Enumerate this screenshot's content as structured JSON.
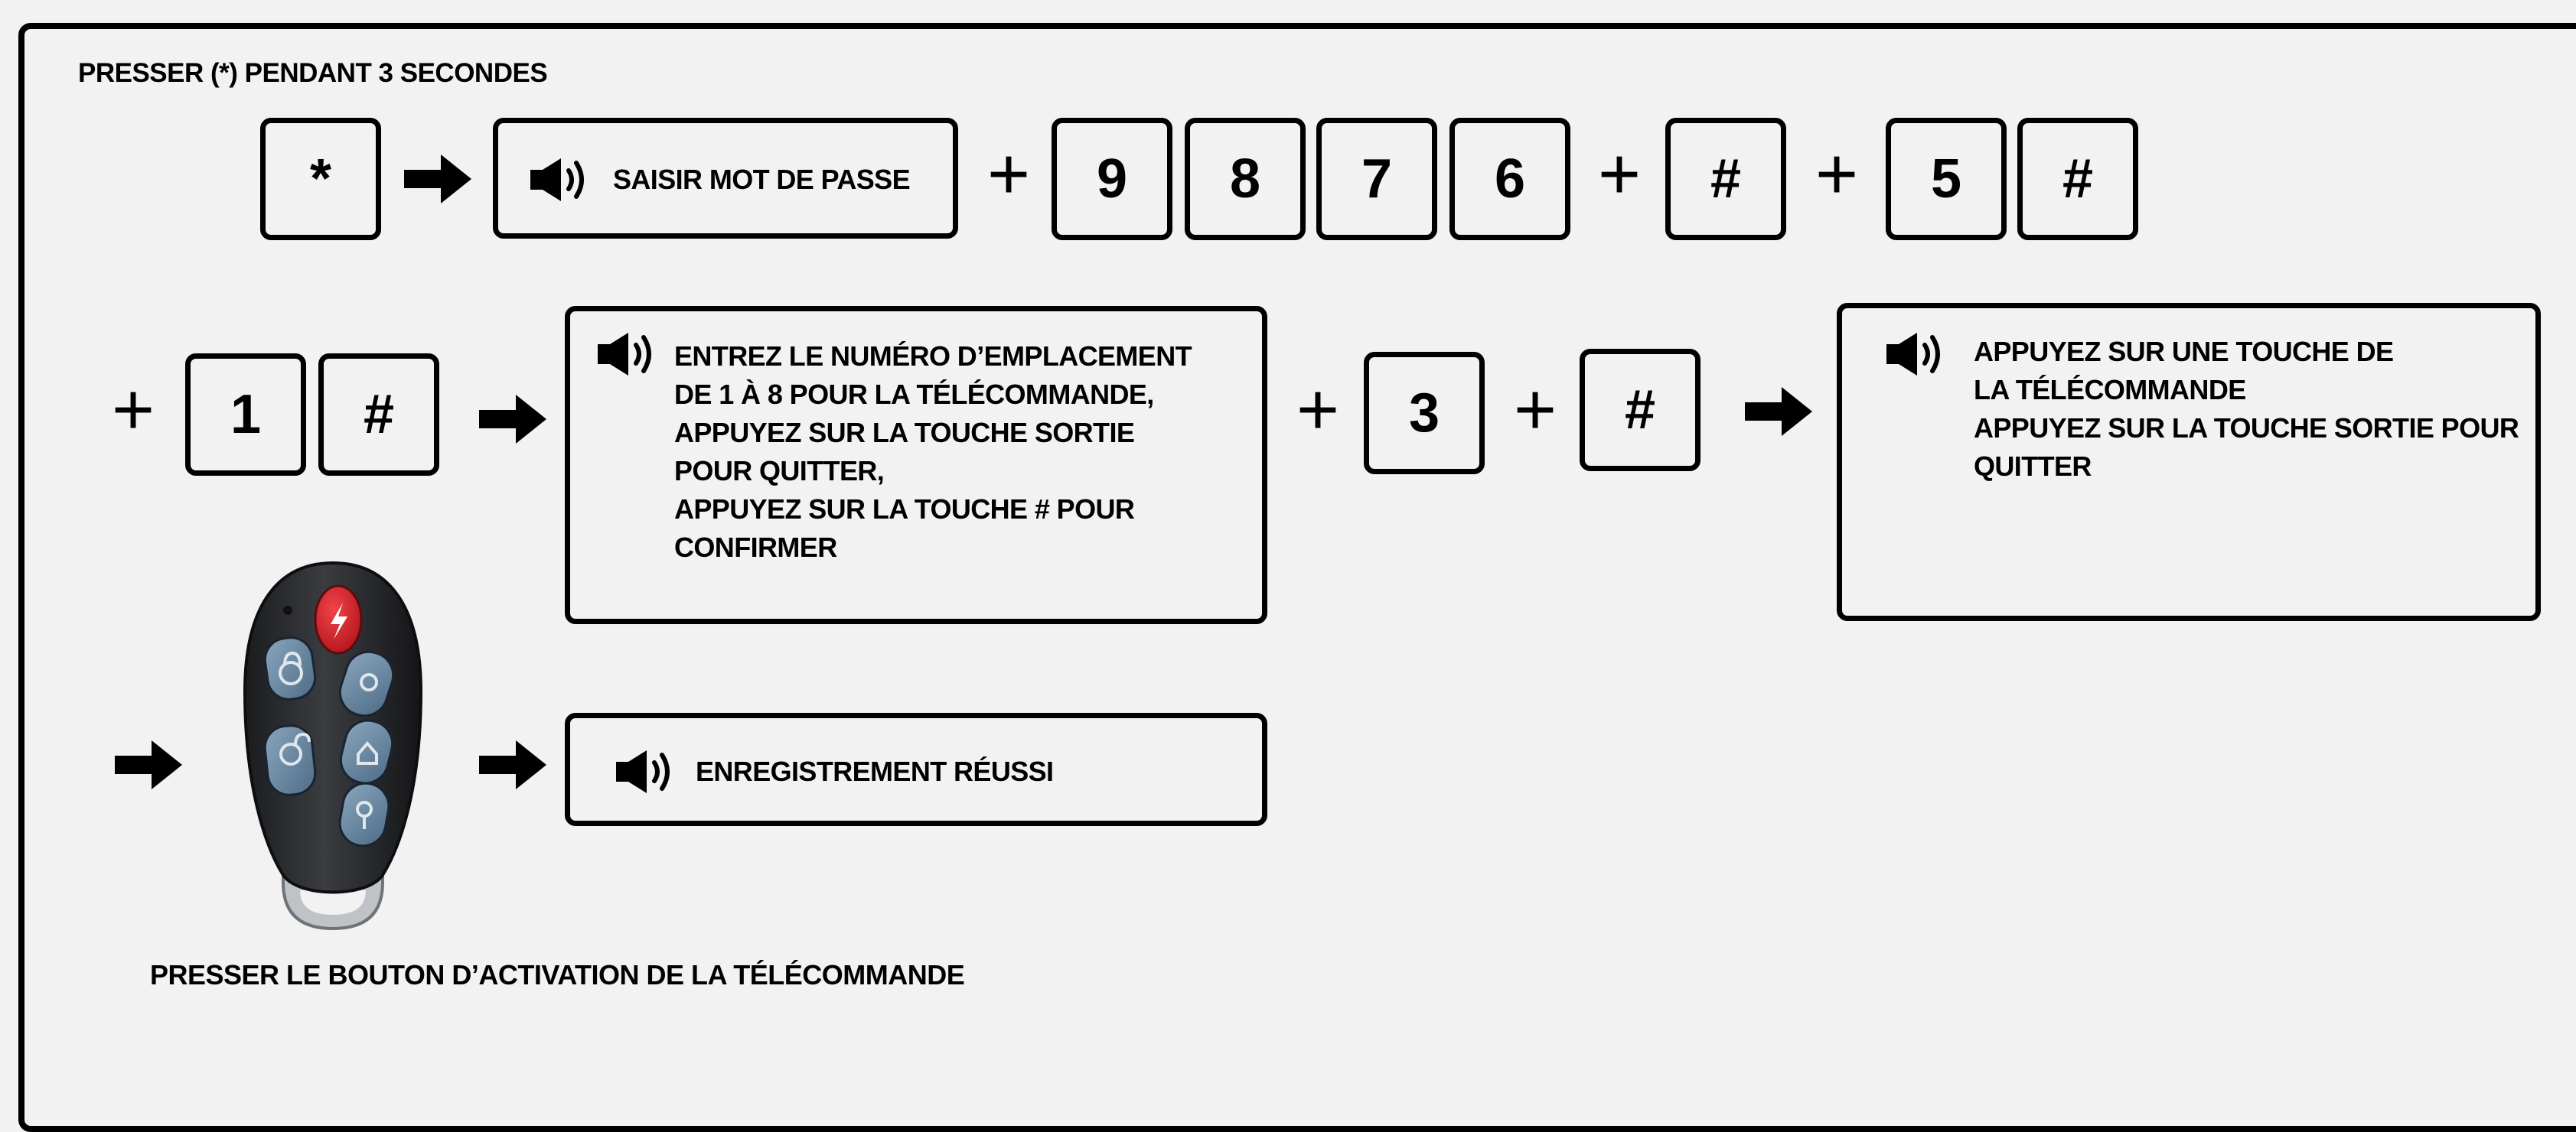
{
  "header": {
    "instruction": "PRESSER (*) PENDANT 3 SECONDES"
  },
  "row1": {
    "star_key": "*",
    "prompt_box": "SAISIR MOT DE PASSE",
    "plus1": "+",
    "password_keys": [
      "9",
      "8",
      "7",
      "6"
    ],
    "plus2": "+",
    "hash_key_1": "#",
    "plus3": "+",
    "five_key": "5",
    "hash_key_2": "#"
  },
  "row2": {
    "plus0": "+",
    "one_key": "1",
    "hash_key": "#",
    "location_box": [
      "ENTREZ LE NUMÉRO D’EMPLACEMENT",
      "DE 1 À 8 POUR LA TÉLÉCOMMANDE,",
      "APPUYEZ SUR LA TOUCHE SORTIE",
      "POUR QUITTER,",
      "APPUYEZ SUR LA TOUCHE # POUR",
      "CONFIRMER"
    ],
    "plus1": "+",
    "three_key": "3",
    "plus2": "+",
    "hash_key_2": "#",
    "remote_box": [
      "APPUYEZ SUR UNE TOUCHE DE",
      "LA TÉLÉCOMMANDE",
      "APPUYEZ SUR LA TOUCHE SORTIE POUR",
      "QUITTER"
    ]
  },
  "row3": {
    "success_box": "ENREGISTREMENT RÉUSSI",
    "caption": "PRESSER LE BOUTON D’ACTIVATION DE LA TÉLÉCOMMANDE"
  },
  "icons": {
    "arrow": "right-arrow-icon",
    "speaker": "speaker-icon",
    "remote": "remote-control-icon"
  },
  "colors": {
    "background": "#f2f2f2",
    "stroke": "#000000",
    "remote_body": "#2b2d30",
    "remote_button_blue": "#6b8aa6",
    "remote_button_red": "#d8232a"
  }
}
